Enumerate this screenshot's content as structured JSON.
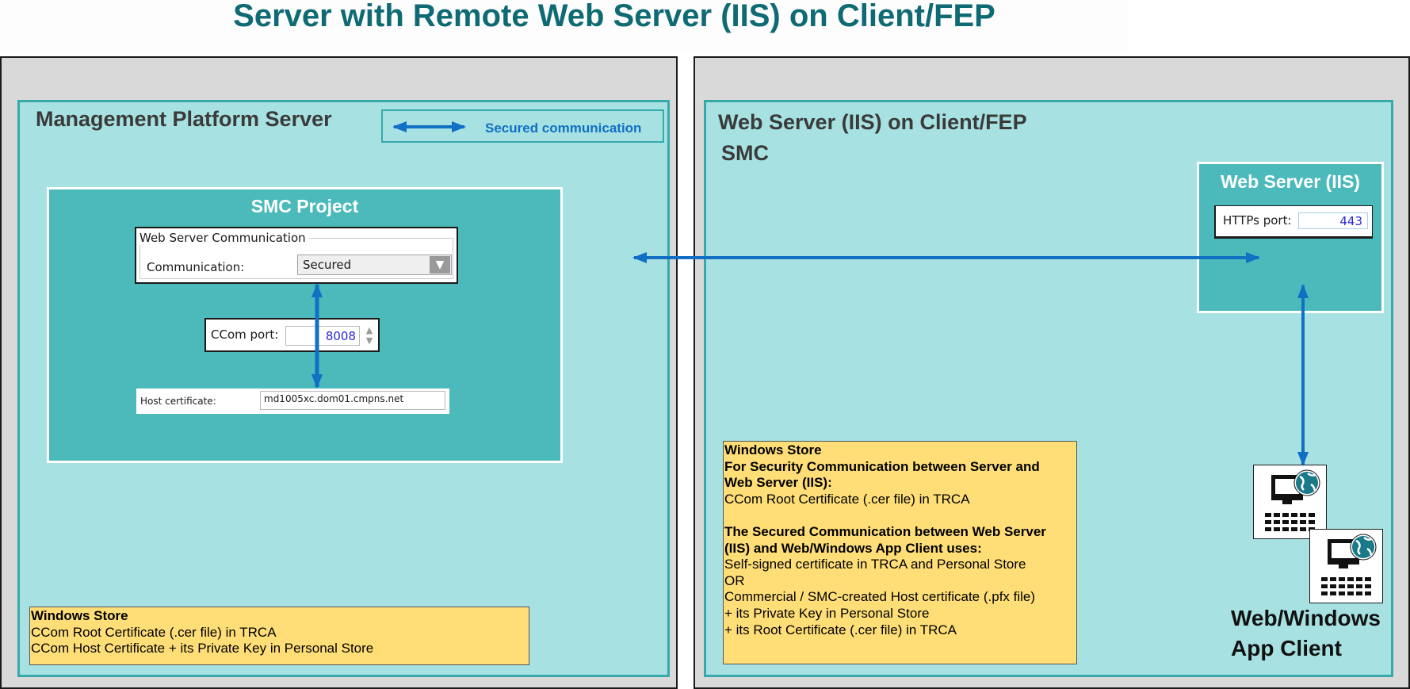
{
  "title": "Server with Remote Web Server (IIS) on Client/FEP",
  "legend": {
    "label": "Secured communication"
  },
  "left_panel": {
    "title": "Management Platform Server",
    "smc_project": {
      "title": "SMC Project",
      "web_server_communication": {
        "group_label": "Web Server Communication",
        "field_label": "Communication:",
        "value": "Secured"
      },
      "ccom_port": {
        "label": "CCom port:",
        "value": "8008"
      },
      "host_certificate": {
        "label": "Host certificate:",
        "value": "md1005xc.dom01.cmpns.net"
      }
    },
    "windows_store": {
      "heading": "Windows Store",
      "lines": [
        "CCom Root Certificate (.cer file) in TRCA",
        "CCom Host Certificate + its Private Key in Personal Store"
      ]
    }
  },
  "right_panel": {
    "title": "Web Server (IIS) on Client/FEP",
    "subtitle": "SMC",
    "web_server": {
      "title": "Web Server (IIS)",
      "https_port_label": "HTTPs port:",
      "https_port_value": "443"
    },
    "windows_store": {
      "heading": "Windows Store",
      "section1_title_line1": "For Security Communication between Server and",
      "section1_title_line2": "Web Server (IIS):",
      "section1_text": "CCom Root Certificate (.cer file) in TRCA",
      "section2_title_line1": "The Secured Communication between Web Server",
      "section2_title_line2": "(IIS) and Web/Windows App Client uses:",
      "section2_lines": [
        "Self-signed certificate in TRCA and Personal Store",
        "OR",
        "Commercial / SMC-created Host certificate (.pfx file)",
        "+  its Private Key in Personal Store",
        "+  its Root Certificate (.cer file) in TRCA"
      ]
    },
    "client": {
      "label_line1": "Web/Windows",
      "label_line2": "App Client"
    }
  },
  "colors": {
    "title": "#0e6a73",
    "arrow": "#1170c4",
    "panel_fill": "#a7e1e2",
    "panel_border": "#36aaab",
    "teal_box": "#4cb9bb",
    "note_fill": "#ffde78"
  }
}
